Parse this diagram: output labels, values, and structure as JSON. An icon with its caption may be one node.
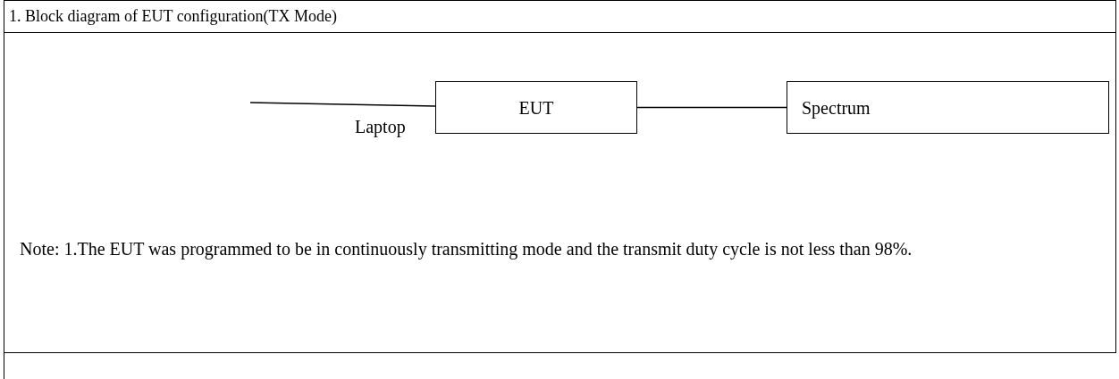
{
  "diagram": {
    "title": "1. Block diagram of EUT configuration(TX Mode)",
    "nodes": [
      {
        "text": [
          "EUT"
        ]
      },
      {
        "text": [
          "Spectrum"
        ]
      }
    ],
    "edges": [
      {
        "from": null,
        "to": 0,
        "arrow": "none",
        "label": "Laptop"
      },
      {
        "from": 0,
        "to": 1,
        "arrow": "none"
      }
    ],
    "labels": [
      "Note: 1.The EUT was programmed to be in continuously transmitting mode and the transmit duty cycle is not less than 98%."
    ]
  }
}
